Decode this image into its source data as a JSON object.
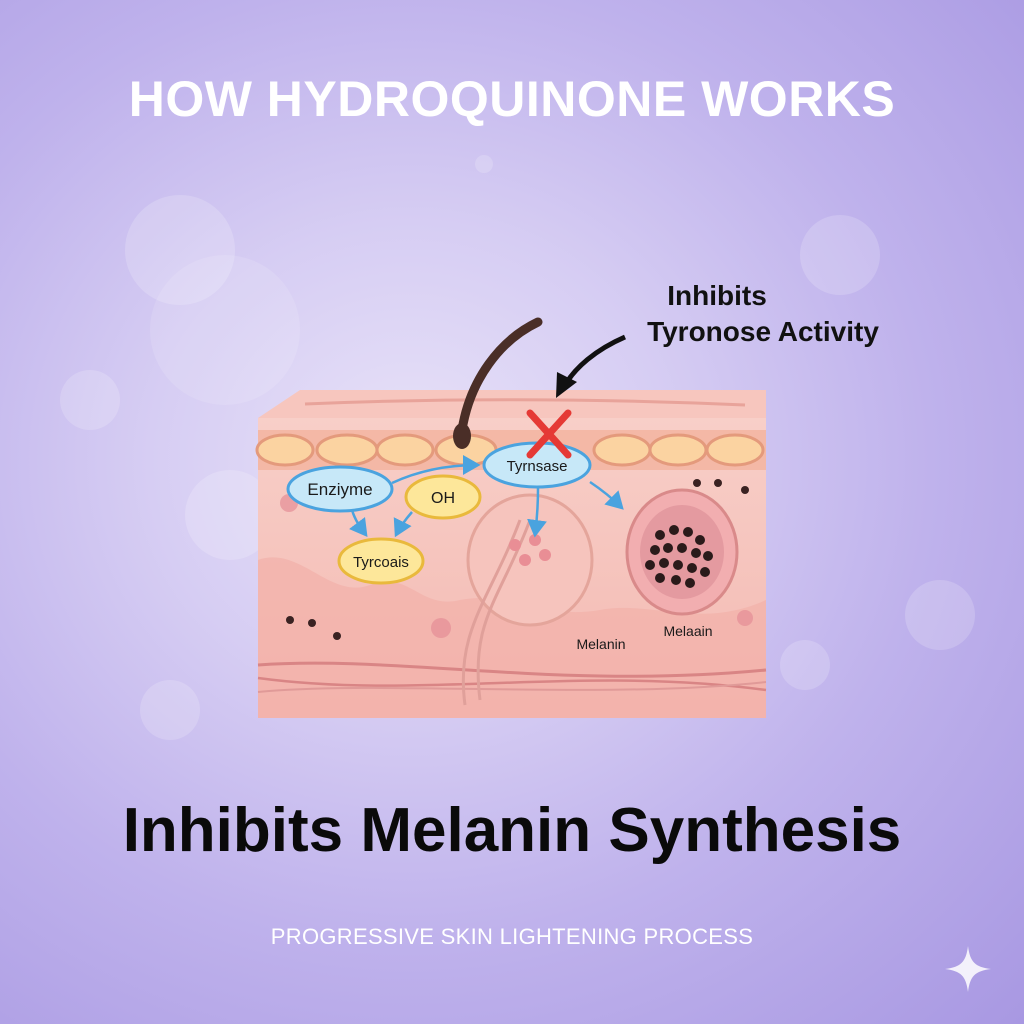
{
  "title": "HOW HYDROQUINONE WORKS",
  "callout": {
    "line1": "Inhibits",
    "line2": "Tyronose Activity"
  },
  "nodes": {
    "enzyme": "Enziyme",
    "oh": "OH",
    "tyrosinase": "Tyrnsase",
    "tyrosine": "Tyrcoais"
  },
  "melanin_labels": {
    "left": "Melanin",
    "right": "Melaain"
  },
  "subtitle": "Inhibits Melanin Synthesis",
  "footer": "PROGRESSIVE SKIN LIGHTENING PROCESS",
  "colors": {
    "background": "#bfb2ec",
    "skin": "#f6c2bc",
    "enzyme_node": "#bfe6f7",
    "oh_node": "#fde79a",
    "block_mark": "#e53935",
    "arrow": "#4aa3df"
  }
}
